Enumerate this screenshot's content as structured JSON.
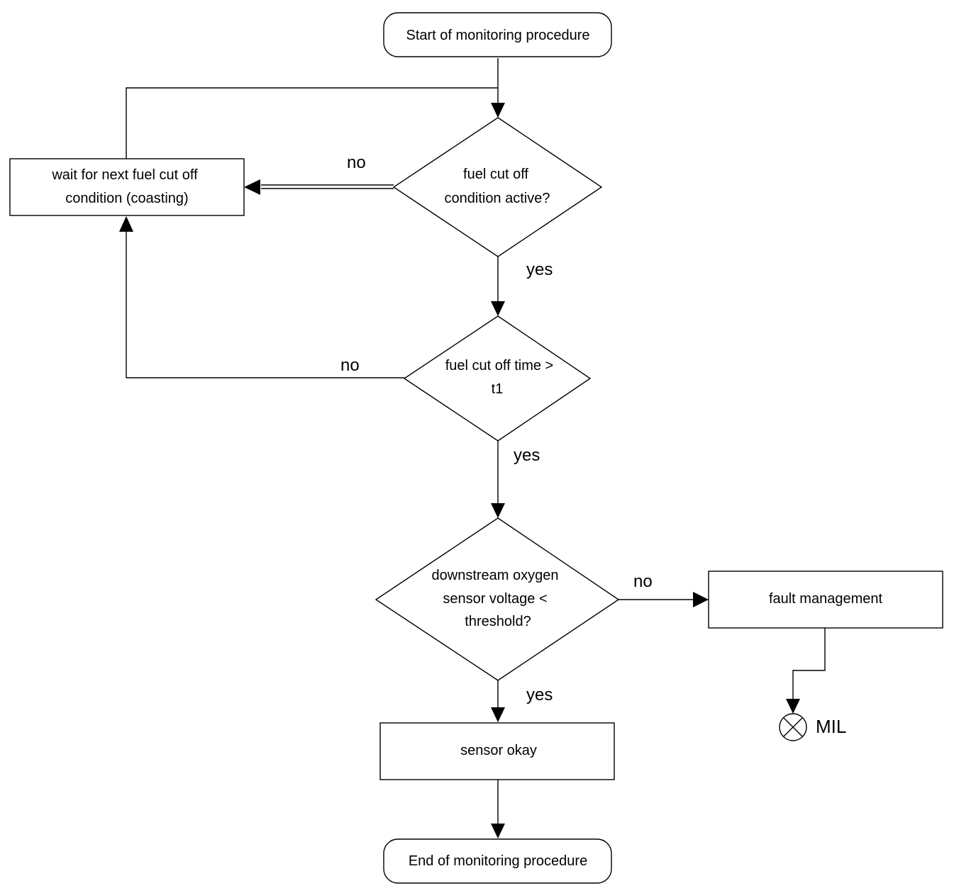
{
  "nodes": {
    "start": "Start of monitoring procedure",
    "wait": [
      "wait for next fuel cut off",
      "condition (coasting)"
    ],
    "decision_active": [
      "fuel cut off",
      "condition active?"
    ],
    "decision_time": [
      "fuel cut off time >",
      "t1"
    ],
    "decision_voltage": [
      "downstream oxygen",
      "sensor voltage <",
      "threshold?"
    ],
    "fault": "fault management",
    "okay": "sensor okay",
    "end": "End of monitoring procedure",
    "mil": "MIL"
  },
  "edge_labels": {
    "active_no": "no",
    "active_yes": "yes",
    "time_no": "no",
    "time_yes": "yes",
    "voltage_no": "no",
    "voltage_yes": "yes"
  },
  "icons": {
    "mil_lamp": "lamp-cross-icon"
  }
}
